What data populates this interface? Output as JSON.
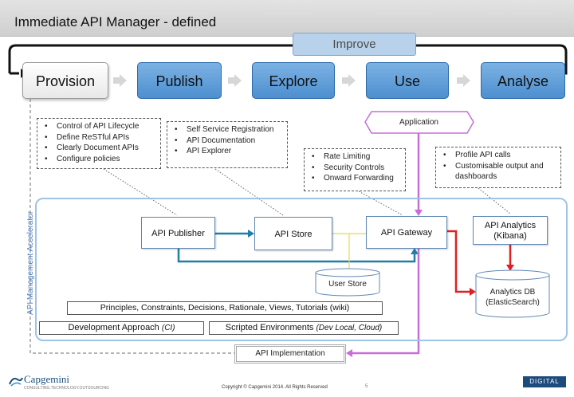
{
  "title": "Immediate API Manager - defined",
  "improve": "Improve",
  "stages": [
    "Provision",
    "Publish",
    "Explore",
    "Use",
    "Analyse"
  ],
  "notes": {
    "provision": [
      "Control of API Lifecycle",
      "Define ReSTful APIs",
      "Clearly Document APIs",
      "Configure policies"
    ],
    "publish": [
      "Self Service Registration",
      "API Documentation",
      "API Explorer"
    ],
    "gateway": [
      "Rate Limiting",
      "Security Controls",
      "Onward Forwarding"
    ],
    "analytics": [
      "Profile API calls",
      "Customisable output and dashboards"
    ]
  },
  "application": "Application",
  "accelerator_label": "API Management Accelerator",
  "nodes": {
    "publisher": "API Publisher",
    "store": "API Store",
    "gateway": "API Gateway",
    "analytics": [
      "API Analytics",
      "(Kibana)"
    ],
    "user_store": "User Store",
    "analytics_db": [
      "Analytics DB",
      "(ElasticSearch)"
    ]
  },
  "principles": "Principles, Constraints, Decisions, Rationale, Views, Tutorials (wiki)",
  "dev_approach": {
    "text": "Development Approach ",
    "italic": "(CI)"
  },
  "scripted_env": {
    "text": "Scripted Environments ",
    "italic": "(Dev Local, Cloud)"
  },
  "api_implementation": "API Implementation",
  "footer": {
    "logo": "Capgemini",
    "logo_sub": "CONSULTING.TECHNOLOGY.OUTSOURCING",
    "copyright": "Copyright © Capgemini 2014. All Rights Reserved",
    "page": "5",
    "digital": "DIGITAL"
  },
  "colors": {
    "stage_blue": "#5b9bd5",
    "teal_arrow": "#1f7fa6",
    "red_arrow": "#e02020",
    "purple_arrow": "#c86dd7",
    "yellow_link": "#e8d84a",
    "improve_box": "#b8d2ec"
  }
}
